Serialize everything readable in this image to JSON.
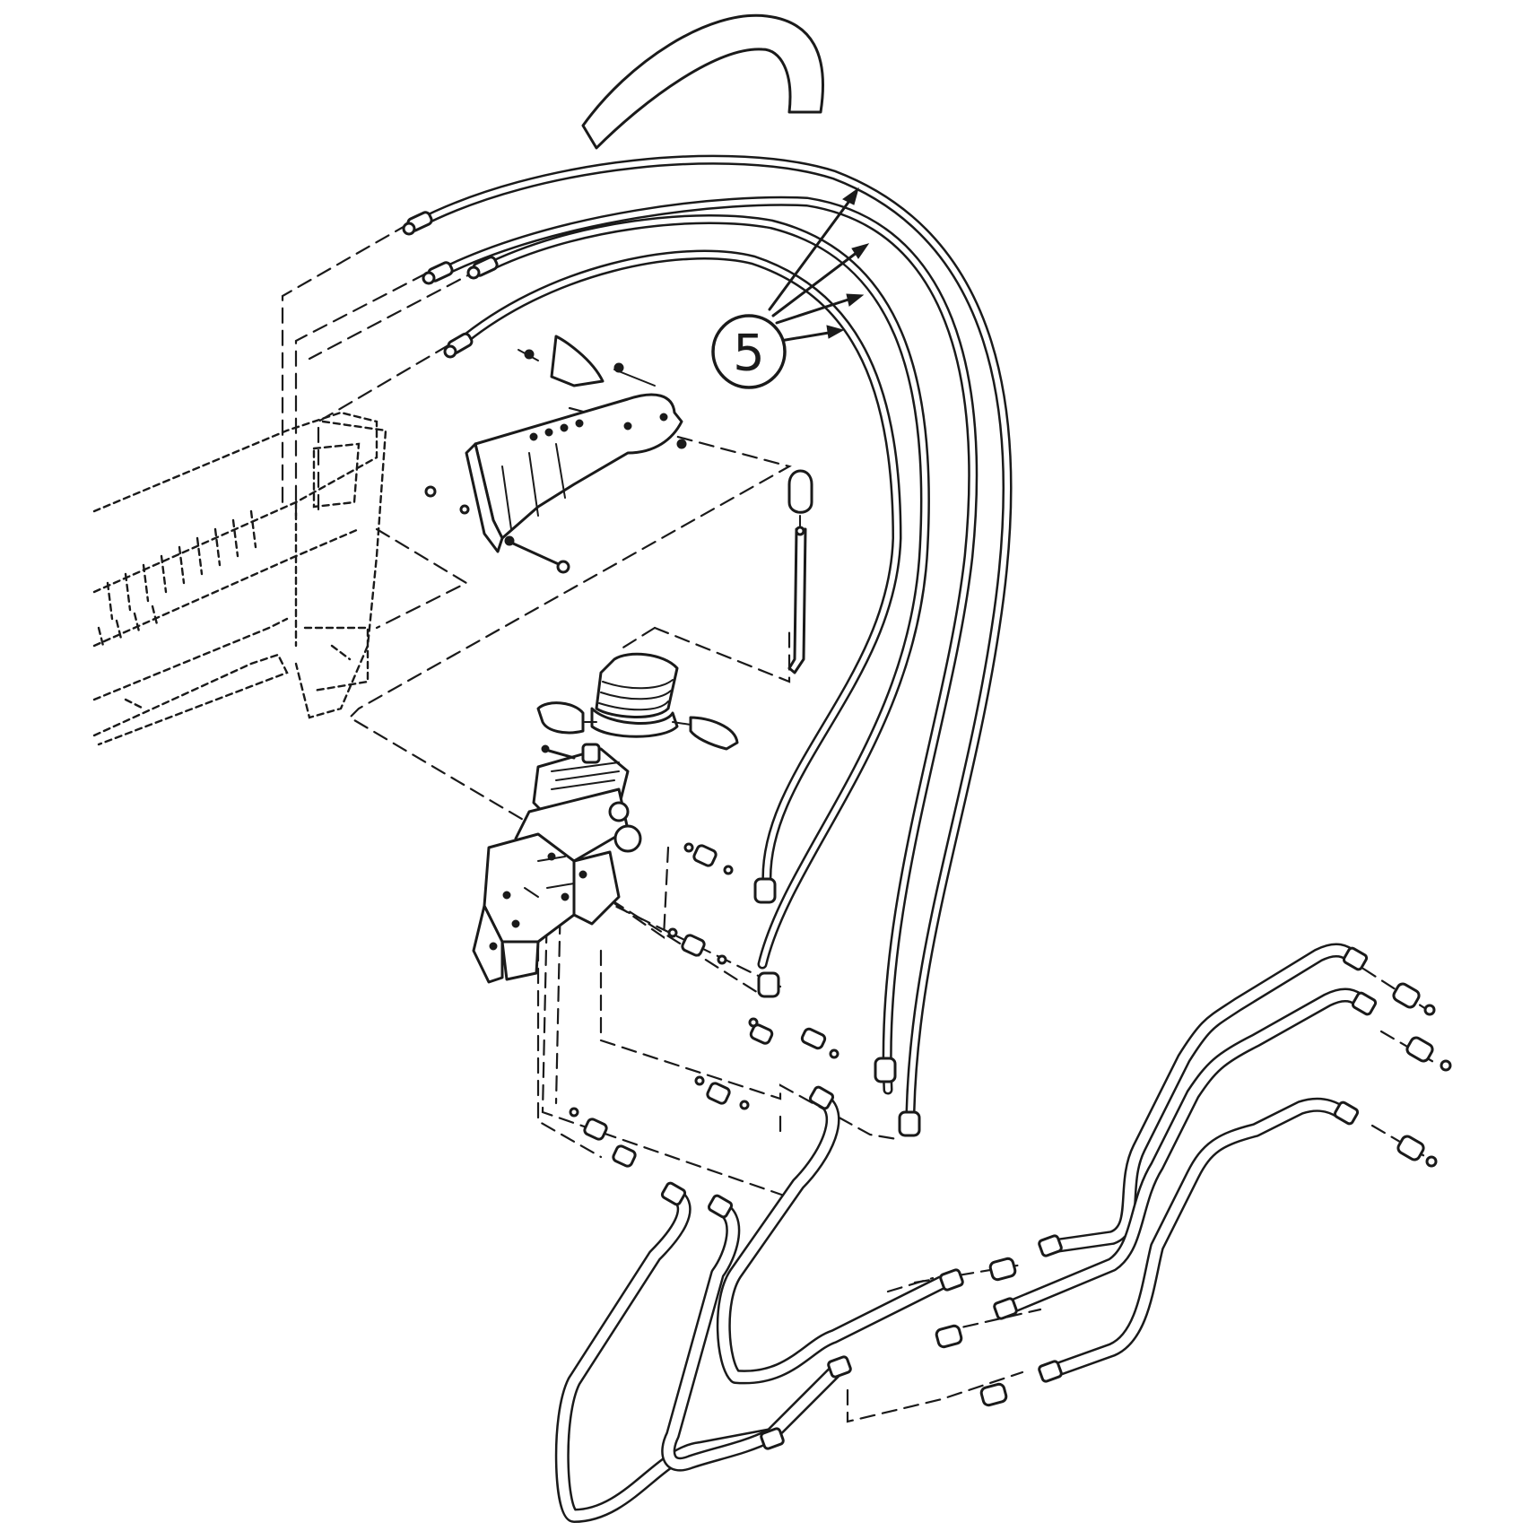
{
  "diagram": {
    "style": "exploded parts illustration (line art)",
    "line_color": "#1a1a1a",
    "background": "#ffffff",
    "callouts": [
      {
        "label": "5",
        "arrow_count": 4
      }
    ],
    "icons": [
      "callout-circle",
      "arrowhead",
      "control-valve",
      "control-lever",
      "rubber-boot",
      "mounting-bracket",
      "hydraulic-fitting"
    ]
  }
}
